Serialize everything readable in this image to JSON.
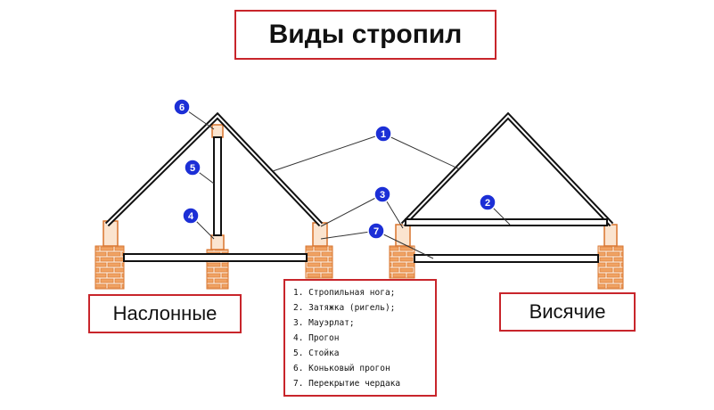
{
  "title": "Виды стропил",
  "types": {
    "left": "Наслонные",
    "right": "Висячие"
  },
  "legend": [
    "1. Стропильная нога;",
    "2. Затяжка (ригель);",
    "3. Мауэрлат;",
    "4. Прогон",
    "5. Стойка",
    "6. Коньковый прогон",
    "7. Перекрытие чердака"
  ],
  "markers": [
    "1",
    "2",
    "3",
    "4",
    "5",
    "6",
    "7"
  ],
  "colors": {
    "frame": "#c8252b",
    "brick": "#e8924a",
    "marker": "#1c2fd6",
    "line": "#111111"
  }
}
